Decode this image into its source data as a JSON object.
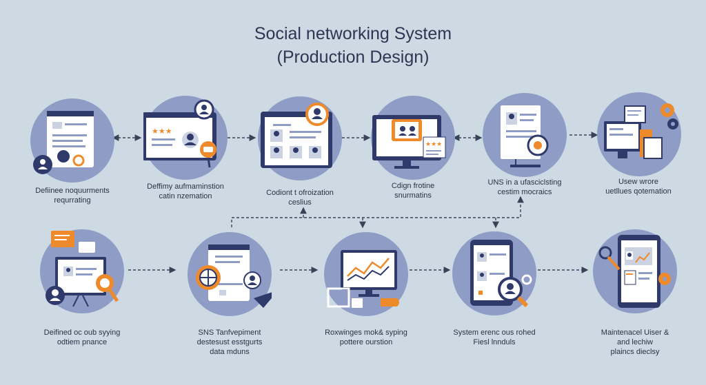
{
  "title": {
    "line1": "Social  networking System",
    "line2": "(Production Design)"
  },
  "colors": {
    "background": "#cdd9e3",
    "circle": "#8e9cc6",
    "navy": "#2f3a6b",
    "orange": "#ef8a2b",
    "connector": "#3b4258"
  },
  "stages": [
    {
      "icon": "requirements-document-icon",
      "lines": [
        "Defiinee noquurments",
        "requrrating"
      ]
    },
    {
      "icon": "ratings-browser-icon",
      "lines": [
        "Deffimy aufmaminstion",
        "catin nzemation"
      ]
    },
    {
      "icon": "profile-grid-icon",
      "lines": [
        "Codiont t ofroization",
        "ceslius"
      ]
    },
    {
      "icon": "monitor-reviews-icon",
      "lines": [
        "Cdign frotine",
        "snurmatins"
      ]
    },
    {
      "icon": "document-search-icon",
      "lines": [
        "UNS in a ufasciclsting",
        "cestim mocraics"
      ]
    },
    {
      "icon": "gears-devices-icon",
      "lines": [
        "Usew wrore",
        "uetllues  qotemation"
      ]
    },
    {
      "icon": "presentation-chat-icon",
      "lines": [
        "Deifined oc oub syying",
        "odtiem pnance"
      ]
    },
    {
      "icon": "globe-document-icon",
      "lines": [
        "SNS Tanfvepiment",
        "destesust esstgurts",
        "data mduns"
      ]
    },
    {
      "icon": "analytics-monitor-icon",
      "lines": [
        "Roxwinges mok& syping",
        "pottere ourstion"
      ]
    },
    {
      "icon": "mobile-search-icon",
      "lines": [
        "System erenc ous rohed",
        "Fiesl lnnduls"
      ]
    },
    {
      "icon": "tablet-dashboard-icon",
      "lines": [
        "Maintenacel Uiser &",
        "and lechiw",
        "plaincs dieclsy"
      ]
    }
  ]
}
